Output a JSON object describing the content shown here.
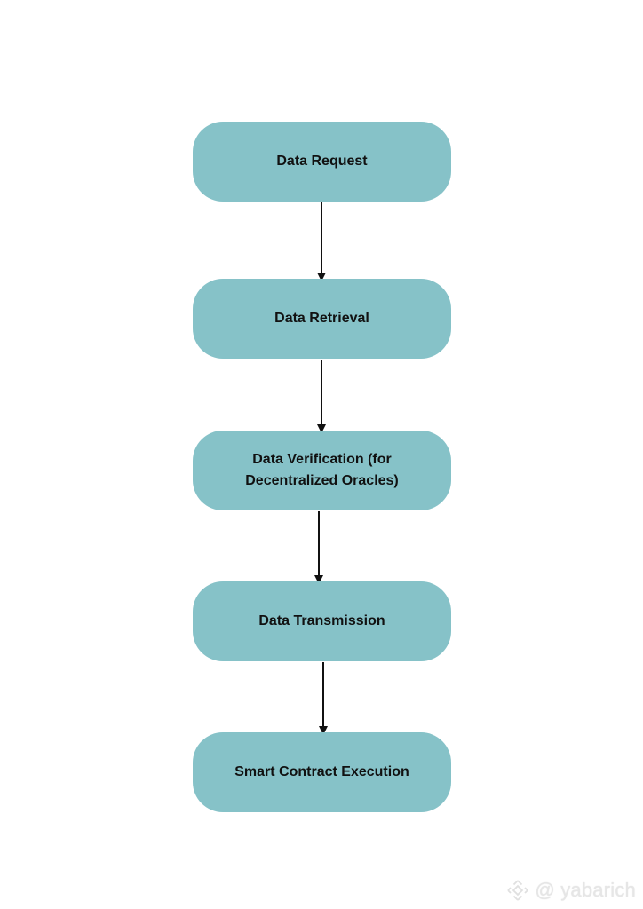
{
  "flowchart": {
    "nodes": [
      {
        "label": "Data Request"
      },
      {
        "label": "Data Retrieval"
      },
      {
        "label": "Data Verification (for\nDecentralized Oracles)"
      },
      {
        "label": "Data Transmission"
      },
      {
        "label": "Smart Contract Execution"
      }
    ],
    "node_color": "#86c2c8",
    "text_color": "#111111",
    "arrow_color": "#111111",
    "background": "#ffffff"
  },
  "watermark": {
    "text": "@ yabarich",
    "icon": "binance-logo"
  }
}
